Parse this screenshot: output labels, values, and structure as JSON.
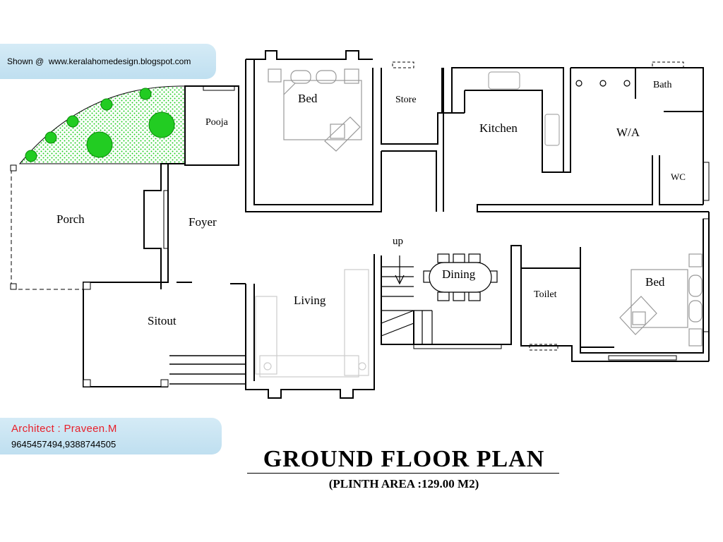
{
  "credit": {
    "shown_prefix": "Shown @",
    "website": "www.keralahomedesign.blogspot.com"
  },
  "architect": {
    "name": "Architect : Praveen.M",
    "phones": "9645457494,9388744505",
    "name_color": "#e8202a"
  },
  "plan": {
    "title": "GROUND  FLOOR PLAN",
    "subtitle": "(PLINTH AREA :129.00 M2)",
    "rooms": {
      "porch": "Porch",
      "pooja": "Pooja",
      "foyer": "Foyer",
      "sitout": "Sitout",
      "bed_top": "Bed",
      "living": "Living",
      "store": "Store",
      "kitchen": "Kitchen",
      "dining": "Dining",
      "up": "up",
      "wa": "W/A",
      "bath": "Bath",
      "wc": "WC",
      "toilet": "Toilet",
      "bed_right": "Bed"
    },
    "colors": {
      "garden_fill": "#22cc22",
      "wall": "#000000"
    }
  }
}
